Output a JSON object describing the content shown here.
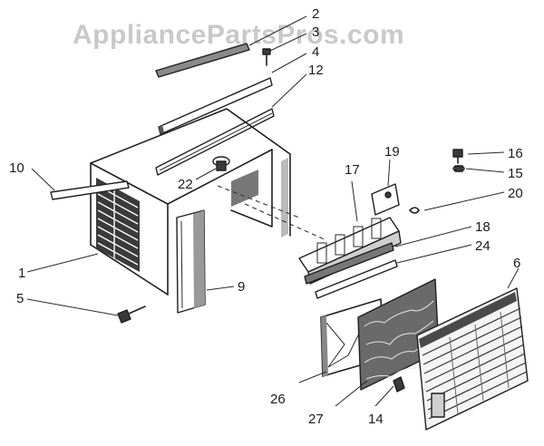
{
  "watermark": "AppliancePartsPros.com",
  "callouts": [
    {
      "id": "2",
      "label": "2"
    },
    {
      "id": "3",
      "label": "3"
    },
    {
      "id": "4",
      "label": "4"
    },
    {
      "id": "12",
      "label": "12"
    },
    {
      "id": "10",
      "label": "10"
    },
    {
      "id": "22",
      "label": "22"
    },
    {
      "id": "1",
      "label": "1"
    },
    {
      "id": "5",
      "label": "5"
    },
    {
      "id": "9",
      "label": "9"
    },
    {
      "id": "17",
      "label": "17"
    },
    {
      "id": "19",
      "label": "19"
    },
    {
      "id": "16",
      "label": "16"
    },
    {
      "id": "15",
      "label": "15"
    },
    {
      "id": "20",
      "label": "20"
    },
    {
      "id": "18",
      "label": "18"
    },
    {
      "id": "24",
      "label": "24"
    },
    {
      "id": "6",
      "label": "6"
    },
    {
      "id": "26",
      "label": "26"
    },
    {
      "id": "27",
      "label": "27"
    },
    {
      "id": "14",
      "label": "14"
    }
  ]
}
